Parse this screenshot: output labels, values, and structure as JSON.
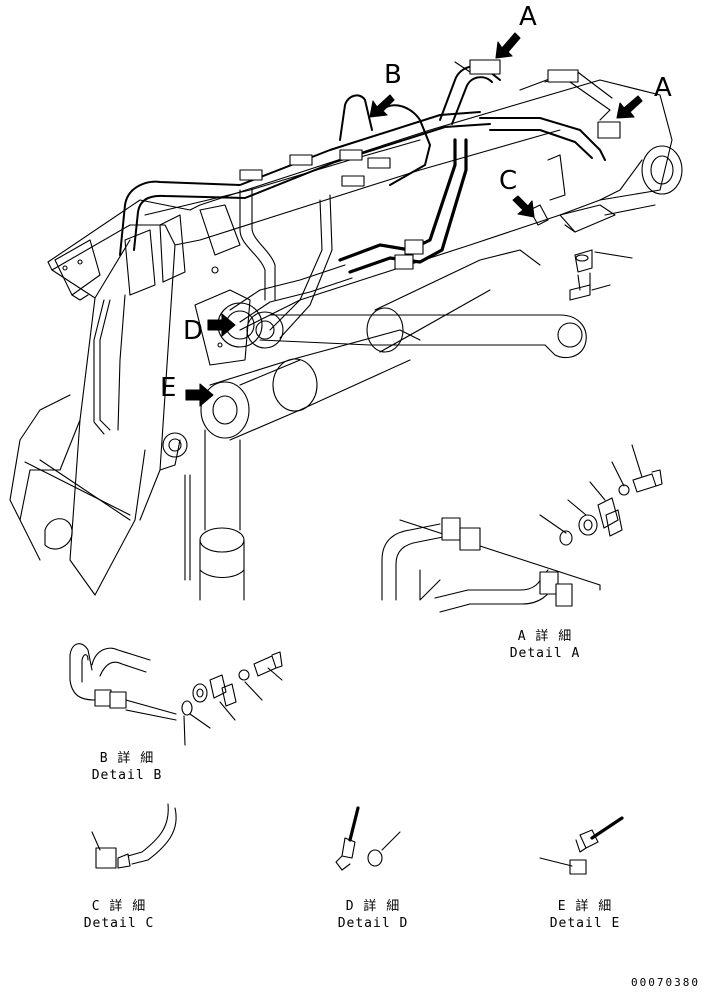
{
  "view_labels": {
    "a_top": "A",
    "a_right": "A",
    "b": "B",
    "c": "C",
    "d": "D",
    "e": "E"
  },
  "details": [
    {
      "id": "A",
      "jp": "A 詳 細",
      "en": "Detail A"
    },
    {
      "id": "B",
      "jp": "B 詳 細",
      "en": "Detail B"
    },
    {
      "id": "C",
      "jp": "C 詳 細",
      "en": "Detail C"
    },
    {
      "id": "D",
      "jp": "D 詳 細",
      "en": "Detail D"
    },
    {
      "id": "E",
      "jp": "E 詳 細",
      "en": "Detail E"
    }
  ],
  "drawing_number": "00070380",
  "colors": {
    "line": "#000000",
    "background": "#ffffff"
  }
}
